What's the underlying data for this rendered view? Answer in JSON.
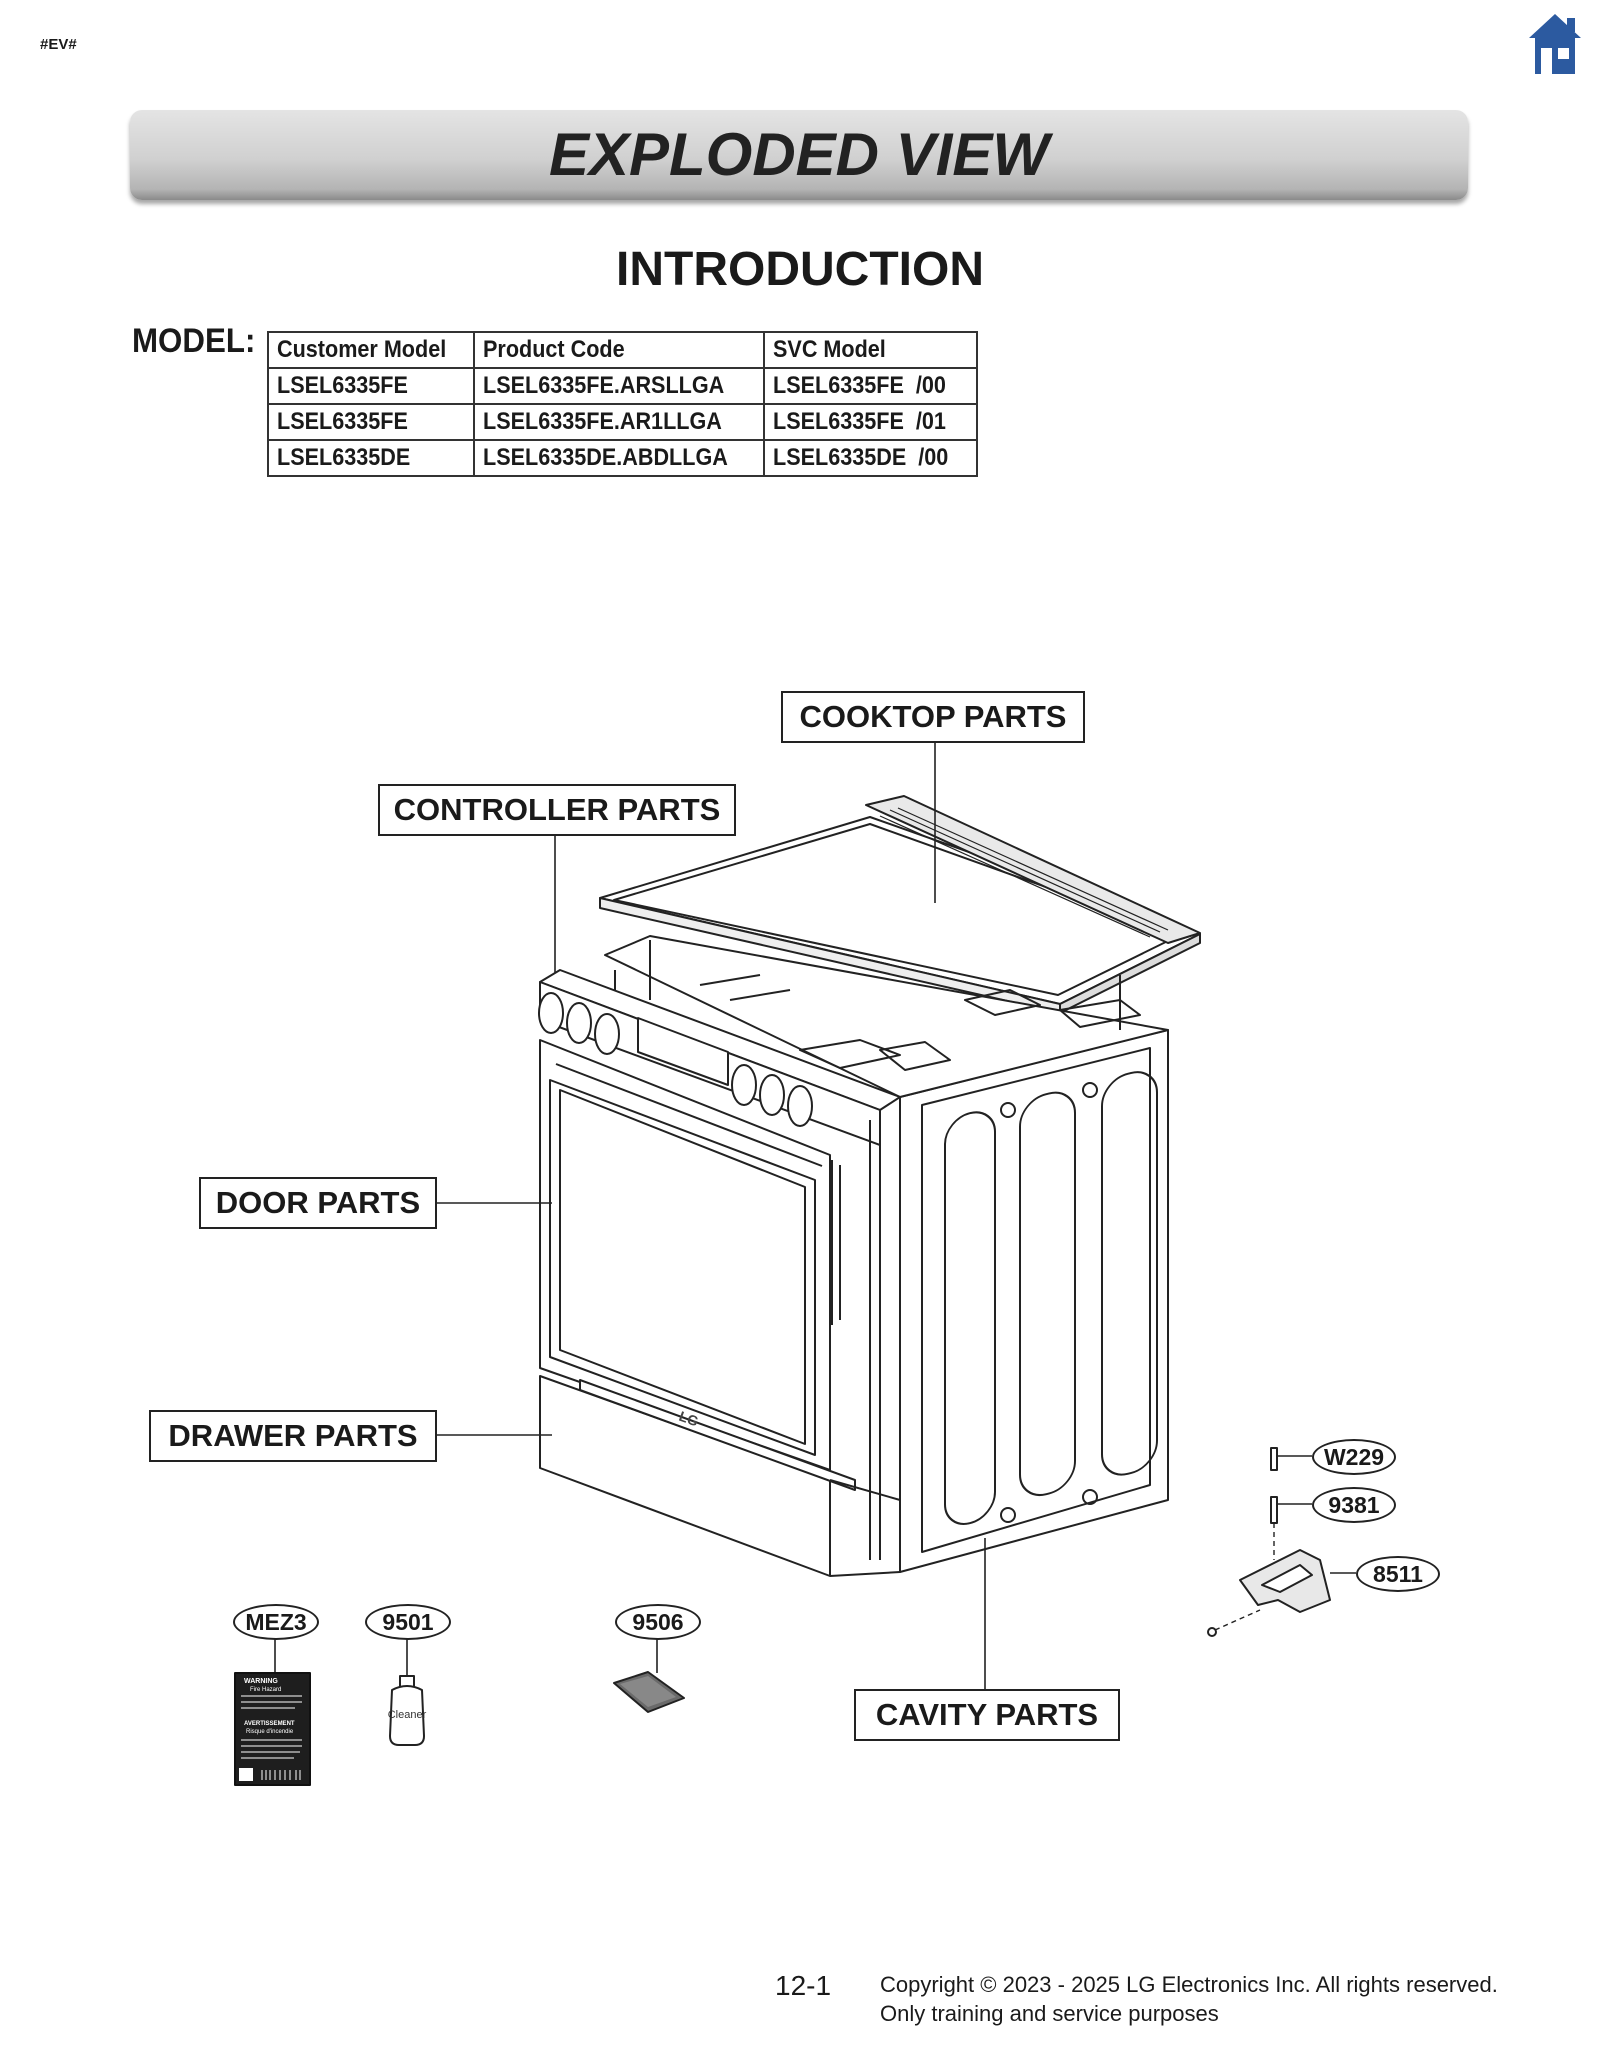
{
  "header": {
    "tag": "#EV#",
    "home_icon": "home-icon",
    "banner_title": "EXPLODED VIEW",
    "section_title": "INTRODUCTION"
  },
  "model": {
    "label": "MODEL:",
    "columns": [
      "Customer Model",
      "Product Code",
      "SVC Model"
    ],
    "rows": [
      [
        "LSEL6335FE",
        "LSEL6335FE.ARSLLGA",
        "LSEL6335FE  /00"
      ],
      [
        "LSEL6335FE",
        "LSEL6335FE.AR1LLGA",
        "LSEL6335FE  /01"
      ],
      [
        "LSEL6335DE",
        "LSEL6335DE.ABDLLGA",
        "LSEL6335DE  /00"
      ]
    ]
  },
  "callouts": {
    "cooktop": "COOKTOP PARTS",
    "controller": "CONTROLLER PARTS",
    "door": "DOOR PARTS",
    "drawer": "DRAWER PARTS",
    "cavity": "CAVITY PARTS"
  },
  "part_numbers": {
    "w229": "W229",
    "p9381": "9381",
    "p8511": "8511",
    "mez3": "MEZ3",
    "p9501": "9501",
    "p9506": "9506"
  },
  "label_sticker": {
    "warning": "WARNING",
    "warning_sub": "Fire Hazard",
    "avert": "AVERTISSEMENT",
    "avert_sub": "Risque d'incendie"
  },
  "bottle_text": "Cleaner",
  "brand_mark": "LG",
  "footer": {
    "page": "12-1",
    "copyright": "Copyright © 2023 - 2025 LG Electronics Inc. All rights reserved.",
    "note": "Only training and service purposes"
  },
  "colors": {
    "home_icon": "#2c5aa0",
    "banner": "#c8c8c8"
  }
}
